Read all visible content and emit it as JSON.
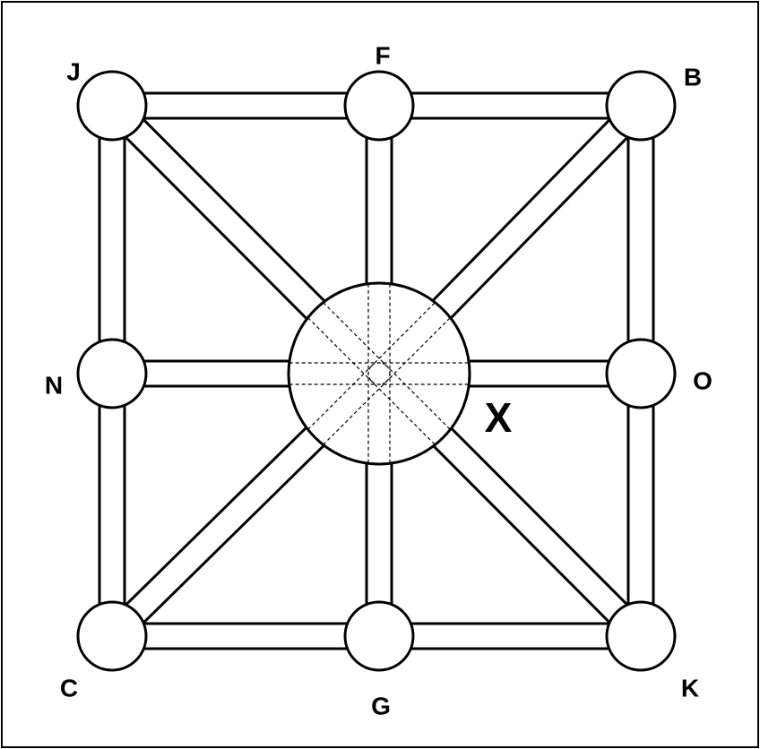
{
  "diagram": {
    "frame_color": "#000000",
    "background": "#ffffff",
    "nodes": [
      {
        "id": "J",
        "label": "J"
      },
      {
        "id": "F",
        "label": "F"
      },
      {
        "id": "B",
        "label": "B"
      },
      {
        "id": "N",
        "label": "N"
      },
      {
        "id": "O",
        "label": "O"
      },
      {
        "id": "C",
        "label": "C"
      },
      {
        "id": "G",
        "label": "G"
      },
      {
        "id": "K",
        "label": "K"
      }
    ],
    "center": {
      "id": "hub"
    },
    "marker": {
      "label": "X"
    },
    "edges": [
      [
        "J",
        "F"
      ],
      [
        "F",
        "B"
      ],
      [
        "C",
        "G"
      ],
      [
        "G",
        "K"
      ],
      [
        "J",
        "N"
      ],
      [
        "N",
        "C"
      ],
      [
        "B",
        "O"
      ],
      [
        "O",
        "K"
      ],
      [
        "F",
        "hub"
      ],
      [
        "G",
        "hub"
      ],
      [
        "N",
        "hub"
      ],
      [
        "O",
        "hub"
      ],
      [
        "J",
        "hub"
      ],
      [
        "B",
        "hub"
      ],
      [
        "C",
        "hub"
      ],
      [
        "K",
        "hub"
      ]
    ]
  }
}
